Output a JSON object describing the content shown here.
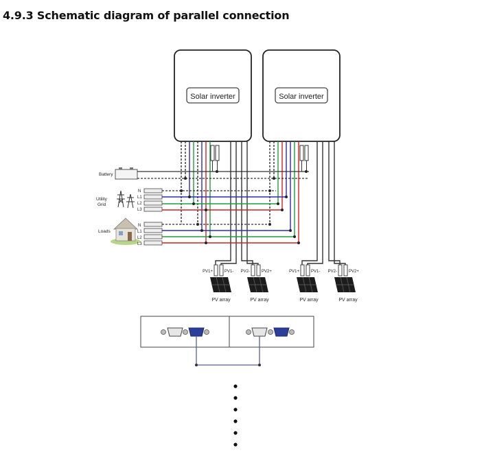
{
  "heading": "4.9.3 Schematic diagram of parallel connection",
  "inverters": [
    {
      "label": "Solar inverter"
    },
    {
      "label": "Solar inverter"
    }
  ],
  "battery": {
    "label": "Battery"
  },
  "utility_grid": {
    "label_line1": "Utility",
    "label_line2": "Grid"
  },
  "loads": {
    "label": "Loads"
  },
  "terminals": [
    "N",
    "L1",
    "L2",
    "L3"
  ],
  "pv_groups": [
    {
      "left_label": "PV1+",
      "right_label": "PV1-",
      "caption": "PV array"
    },
    {
      "left_label": "PV2-",
      "right_label": "PV2+",
      "caption": "PV array"
    },
    {
      "left_label": "PV1+",
      "right_label": "PV1-",
      "caption": "PV array"
    },
    {
      "left_label": "PV2-",
      "right_label": "PV2+",
      "caption": "PV array"
    }
  ],
  "colors": {
    "neutral": "#333333",
    "l1": "#2b2bb8",
    "l2": "#1e9e3e",
    "l3": "#d42020",
    "comm": "#5a5aa8",
    "outline": "#222222"
  }
}
